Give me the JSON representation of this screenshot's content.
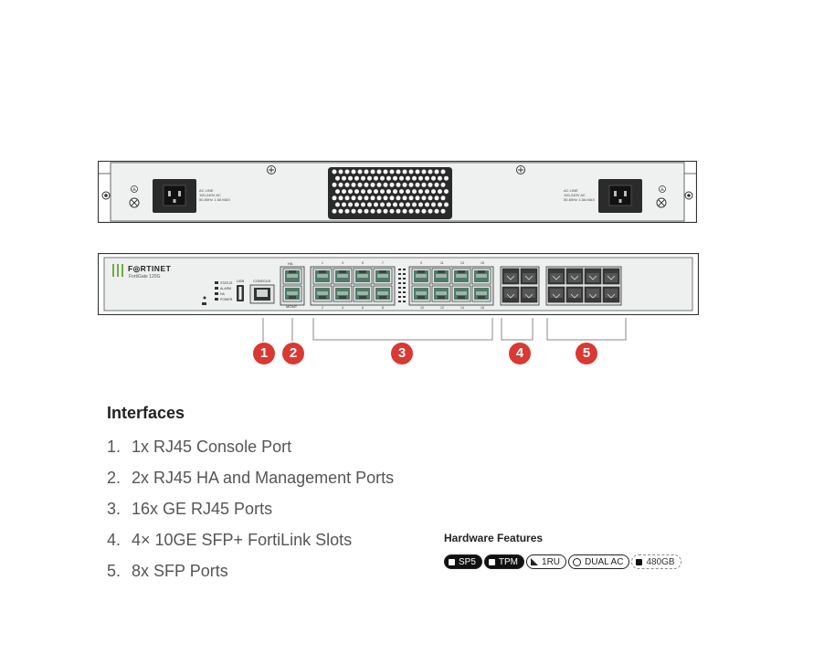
{
  "front_panel": {
    "brand": "F◎RTINET",
    "model": "FortiGate 120G",
    "port_label_console": "CONSOLE",
    "port_label_usb": "USB",
    "port_label_ha": "HA",
    "port_label_mgmt": "MGMT",
    "leds": [
      "STATUS",
      "ALARM",
      "HA",
      "POWER"
    ]
  },
  "rear_panel": {
    "left_ac_text": "AC LINE\n100-240V AC\n50-60Hz 1.5A MAX",
    "right_ac_text": "AC LINE\n100-240V AC\n50-60Hz 1.5A MAX"
  },
  "callouts": [
    "1",
    "2",
    "3",
    "4",
    "5"
  ],
  "interfaces": {
    "title": "Interfaces",
    "items": [
      {
        "num": "1.",
        "text": "1x RJ45 Console Port"
      },
      {
        "num": "2.",
        "text": "2x RJ45 HA and Management Ports"
      },
      {
        "num": "3.",
        "text": "16x GE RJ45 Ports"
      },
      {
        "num": "4.",
        "text": "4× 10GE SFP+ FortiLink Slots"
      },
      {
        "num": "5.",
        "text": "8x SFP Ports"
      }
    ]
  },
  "hardware": {
    "title": "Hardware Features",
    "badges": [
      {
        "label": "SP5",
        "icon": "square-icon",
        "style": "dark"
      },
      {
        "label": "TPM",
        "icon": "square-icon",
        "style": "dark"
      },
      {
        "label": "1RU",
        "icon": "rack-unit-icon",
        "style": "light"
      },
      {
        "label": "DUAL AC",
        "icon": "ring-icon",
        "style": "light"
      },
      {
        "label": "480GB",
        "icon": "storage-icon",
        "style": "dashed"
      }
    ]
  },
  "colors": {
    "callout_red": "#da3832",
    "port_green": "#4f7a67",
    "panel_grey": "#eef0f0",
    "brand_green": "#6fae3f"
  }
}
